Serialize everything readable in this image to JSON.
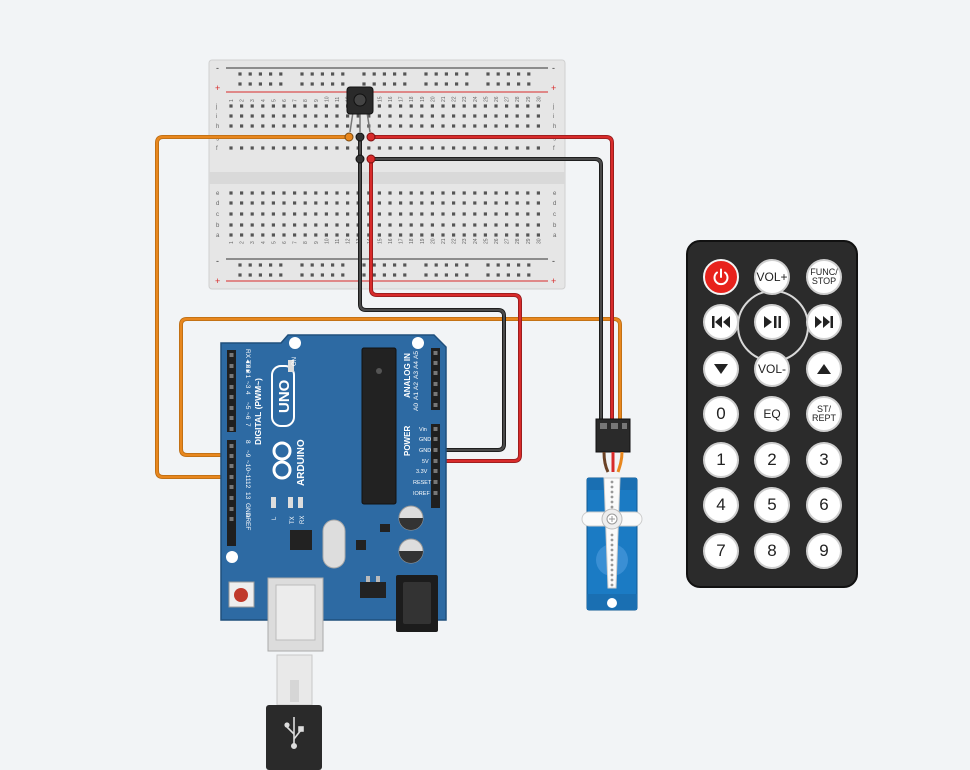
{
  "colors": {
    "background": "#f2f4f6",
    "wire_orange": "#e8871e",
    "wire_red": "#d82b2b",
    "wire_black": "#3a3a3a",
    "arduino_blue": "#2d6aa3",
    "breadboard": "#e3e3e3",
    "servo_blue": "#1b7bc4",
    "remote_body": "#2b2b2b",
    "power_button": "#e8221c"
  },
  "breadboard": {
    "column_numbers": [
      "1",
      "2",
      "3",
      "4",
      "5",
      "6",
      "7",
      "8",
      "9",
      "10",
      "11",
      "12",
      "13",
      "14",
      "15",
      "16",
      "17",
      "18",
      "19",
      "20",
      "21",
      "22",
      "23",
      "24",
      "25",
      "26",
      "27",
      "28",
      "29",
      "30"
    ],
    "row_letters_top": [
      "j",
      "i",
      "h",
      "g",
      "f"
    ],
    "row_letters_bottom": [
      "e",
      "d",
      "c",
      "b",
      "a"
    ],
    "rail_minus": "-",
    "rail_plus": "+"
  },
  "arduino": {
    "logo_text": "UNO",
    "brand_text": "ARDUINO",
    "on_label": "ON",
    "digital_label": "DIGITAL (PWM~)",
    "analog_label": "ANALOG IN",
    "power_label": "POWER",
    "digital_pins": [
      "RX◄0",
      "TX►1",
      "2",
      "~3",
      "4",
      "~5",
      "~6",
      "7",
      "8",
      "~9",
      "~10",
      "~11",
      "12",
      "13",
      "GND",
      "AREF"
    ],
    "analog_pins": [
      "A5",
      "A4",
      "A3",
      "A2",
      "A1",
      "A0"
    ],
    "power_pins": [
      "Vin",
      "GND",
      "GND",
      "5V",
      "3.3V",
      "RESET",
      "IOREF"
    ],
    "led_labels": [
      "L",
      "TX",
      "RX"
    ]
  },
  "remote": {
    "buttons": [
      {
        "id": "power",
        "label": "",
        "icon": "power-icon"
      },
      {
        "id": "vol-up",
        "label": "VOL+"
      },
      {
        "id": "func-stop",
        "label": "FUNC/\nSTOP"
      },
      {
        "id": "prev",
        "label": "",
        "icon": "skip-back-icon"
      },
      {
        "id": "play-pause",
        "label": "",
        "icon": "play-pause-icon"
      },
      {
        "id": "next",
        "label": "",
        "icon": "skip-forward-icon"
      },
      {
        "id": "down",
        "label": "",
        "icon": "triangle-down-icon"
      },
      {
        "id": "vol-down",
        "label": "VOL-"
      },
      {
        "id": "up",
        "label": "",
        "icon": "triangle-up-icon"
      },
      {
        "id": "zero",
        "label": "0"
      },
      {
        "id": "eq",
        "label": "EQ"
      },
      {
        "id": "st-rept",
        "label": "ST/\nREPT"
      },
      {
        "id": "one",
        "label": "1"
      },
      {
        "id": "two",
        "label": "2"
      },
      {
        "id": "three",
        "label": "3"
      },
      {
        "id": "four",
        "label": "4"
      },
      {
        "id": "five",
        "label": "5"
      },
      {
        "id": "six",
        "label": "6"
      },
      {
        "id": "seven",
        "label": "7"
      },
      {
        "id": "eight",
        "label": "8"
      },
      {
        "id": "nine",
        "label": "9"
      }
    ]
  }
}
